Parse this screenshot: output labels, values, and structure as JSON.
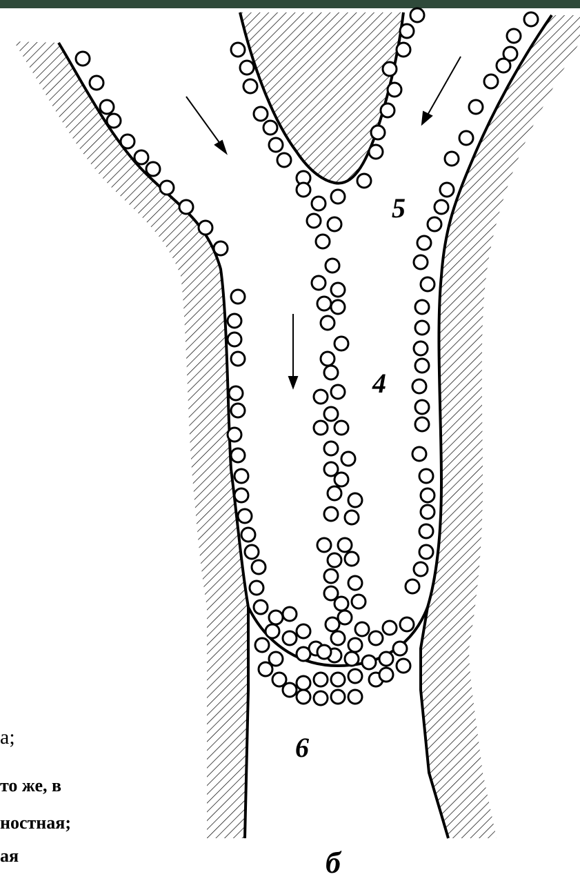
{
  "labels": {
    "zone_5": "5",
    "zone_4": "4",
    "zone_6": "6",
    "figure": "б"
  },
  "caption_fragments": {
    "line1": "а;",
    "line2": "то  же,  в",
    "line3": "ностная;",
    "line4": "ая"
  },
  "colors": {
    "frame": "#2f4a3a",
    "ink": "#000000"
  }
}
